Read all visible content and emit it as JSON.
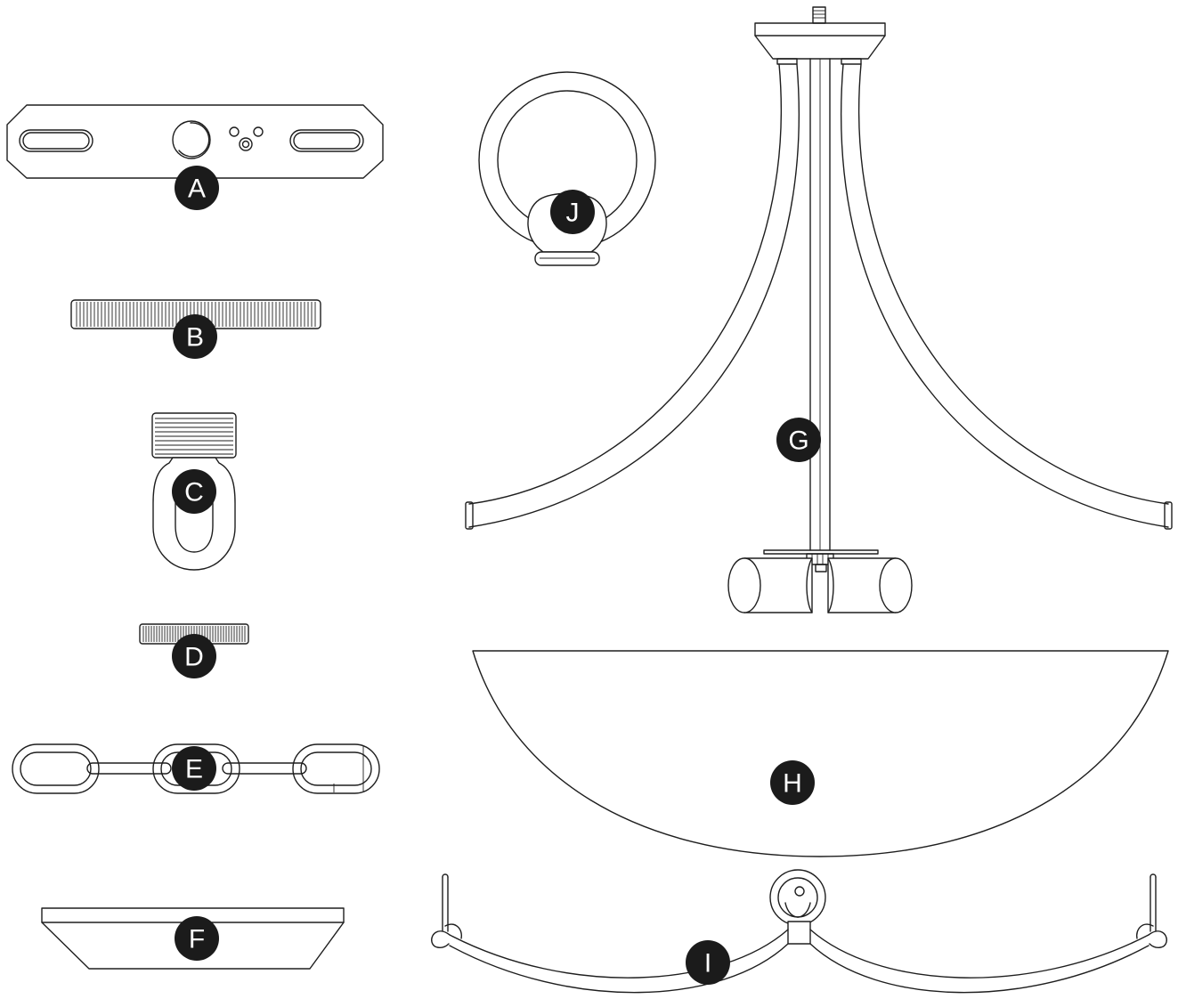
{
  "colors": {
    "line": "#1e1e1e",
    "badge": "#1b1b1b",
    "badge_text": "#ffffff",
    "background": "#ffffff"
  },
  "parts": [
    {
      "key": "A",
      "label": "A",
      "component": "crossbar-mounting-plate"
    },
    {
      "key": "B",
      "label": "B",
      "component": "threaded-nipple"
    },
    {
      "key": "C",
      "label": "C",
      "component": "loop-hook"
    },
    {
      "key": "D",
      "label": "D",
      "component": "lock-nut"
    },
    {
      "key": "E",
      "label": "E",
      "component": "chain"
    },
    {
      "key": "F",
      "label": "F",
      "component": "canopy"
    },
    {
      "key": "G",
      "label": "G",
      "component": "fixture-body-with-arms-and-sockets"
    },
    {
      "key": "H",
      "label": "H",
      "component": "glass-bowl"
    },
    {
      "key": "I",
      "label": "I",
      "component": "bowl-support-arms"
    },
    {
      "key": "J",
      "label": "J",
      "component": "finial-ring"
    }
  ]
}
